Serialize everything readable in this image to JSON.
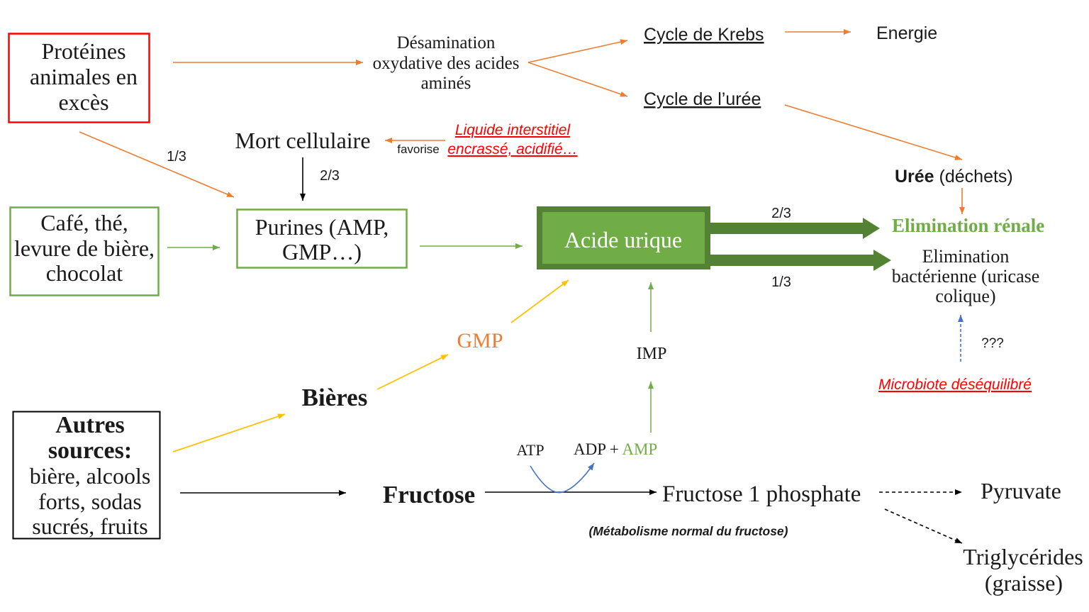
{
  "colors": {
    "orange": "#ED7D31",
    "green": "#70AD47",
    "dark_green": "#548235",
    "red": "#FF0000",
    "yellow": "#FFC000",
    "blue": "#4472C4",
    "black": "#000000",
    "text": "#1A1A1A",
    "white": "#FFFFFF"
  },
  "protein_pathway": {
    "source_box": [
      "Protéines",
      "animales en",
      "excès"
    ],
    "deamination": [
      "Désamination",
      "oxydative des acides",
      "aminés"
    ],
    "krebs_cycle": "Cycle de Krebs",
    "energy": "Energie",
    "urea_cycle": "Cycle de l’urée",
    "urea_bold": "Urée",
    "urea_rest": " (déchets)",
    "share_to_purines": "1/3"
  },
  "cell_death": {
    "label": "Mort cellulaire",
    "favors": "favorise",
    "cause": [
      "Liquide interstitiel",
      "encrassé, acidifié…"
    ],
    "share_to_purines": "2/3"
  },
  "purines": {
    "dietary_box": [
      "Café, thé,",
      "levure de bière,",
      "chocolat"
    ],
    "purines_box": [
      "Purines (AMP,",
      "GMP…)"
    ]
  },
  "uric_acid": {
    "label": "Acide urique",
    "renal_share": "2/3",
    "renal_elimination": "Elimination rénale",
    "bacterial_share": "1/3",
    "bacterial_elimination": [
      "Elimination",
      "bactérienne (uricase",
      "colique)"
    ],
    "unknown": "???",
    "microbiota": "Microbiote déséquilibré"
  },
  "other_sources": {
    "box_title": [
      "Autres",
      "sources:"
    ],
    "box_items": [
      "bière, alcools",
      "forts, sodas",
      "sucrés, fruits"
    ],
    "beers": "Bières",
    "gmp": "GMP"
  },
  "fructose": {
    "label": "Fructose",
    "atp": "ATP",
    "adp": "ADP",
    "plus": " + ",
    "amp": "AMP",
    "imp": "IMP",
    "fructose_1_phosphate": "Fructose 1 phosphate",
    "pyruvate": "Pyruvate",
    "triglycerides": [
      "Triglycérides",
      "(graisse)"
    ],
    "note": "(Métabolisme normal du fructose)"
  }
}
